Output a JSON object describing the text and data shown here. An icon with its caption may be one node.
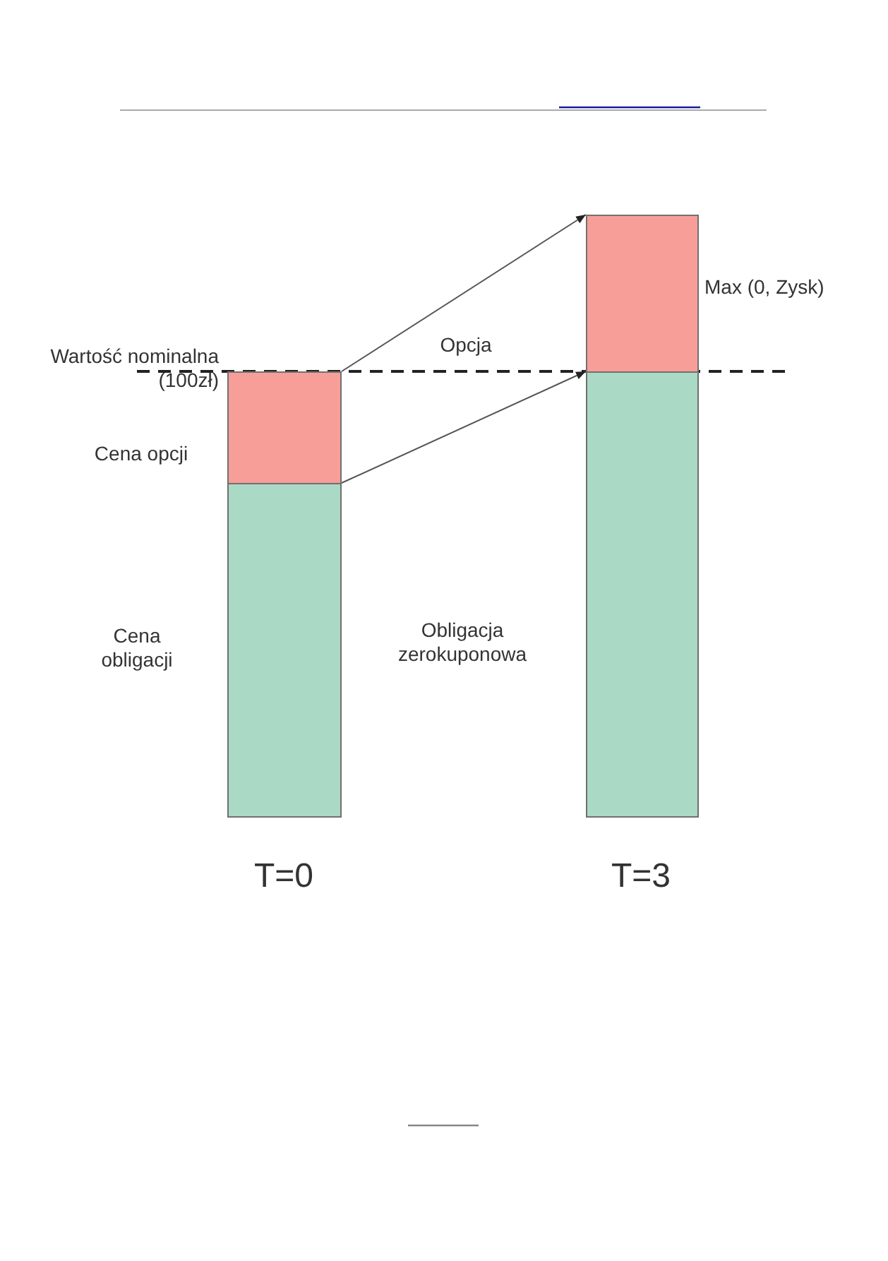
{
  "diagram": {
    "nodes": [
      {
        "text": [],
        "shape": "bar",
        "beside": [
          "Cena opcji"
        ]
      },
      {
        "text": [],
        "shape": "bar",
        "beside": [
          "Cena obligacji"
        ]
      },
      {
        "text": [],
        "shape": "bar",
        "beside": [
          "Max (0, Zysk)"
        ]
      },
      {
        "text": [],
        "shape": "bar"
      }
    ],
    "edges": [
      {
        "from": 0,
        "to": 2,
        "arrow": "to"
      },
      {
        "from": 1,
        "to": 3,
        "arrow": "to"
      }
    ],
    "labels": [
      "Wartość nominalna (100zł)",
      "Opcja",
      "Obligacja zerokuponowa",
      "T=0",
      "T=3"
    ]
  }
}
